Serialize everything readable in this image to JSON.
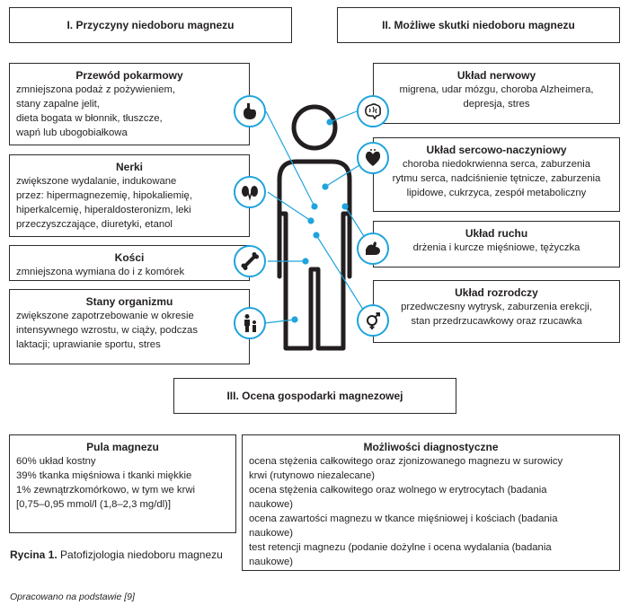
{
  "headers": {
    "causes": "I. Przyczyny niedoboru magnezu",
    "effects": "II. Możliwe skutki niedoboru magnezu",
    "assessment": "III. Ocena gospodarki magnezowej"
  },
  "causes": {
    "gi": {
      "title": "Przewód pokarmowy",
      "lines": [
        "zmniejszona podaż z pożywieniem,",
        "stany zapalne jelit,",
        "dieta bogata w błonnik, tłuszcze,",
        "wapń lub ubogobiałkowa"
      ]
    },
    "kidneys": {
      "title": "Nerki",
      "lines": [
        "zwiększone wydalanie, indukowane",
        "przez: hipermagnezemię, hipokaliemię,",
        "hiperkalcemię, hiperaldosteronizm, leki",
        "przeczyszczające, diuretyki, etanol"
      ]
    },
    "bones": {
      "title": "Kości",
      "lines": [
        "zmniejszona wymiana do i z komórek"
      ]
    },
    "states": {
      "title": "Stany organizmu",
      "lines": [
        "zwiększone zapotrzebowanie w okresie",
        "intensywnego wzrostu, w ciąży, podczas",
        "laktacji; uprawianie sportu, stres"
      ]
    }
  },
  "effects": {
    "nervous": {
      "title": "Układ nerwowy",
      "lines": [
        "migrena, udar mózgu, choroba Alzheimera,",
        "depresja, stres"
      ]
    },
    "cardio": {
      "title": "Układ sercowo-naczyniowy",
      "lines": [
        "choroba niedokrwienna serca, zaburzenia",
        "rytmu serca, nadciśnienie tętnicze, zaburzenia",
        "lipidowe, cukrzyca, zespół metaboliczny"
      ]
    },
    "motion": {
      "title": "Układ ruchu",
      "lines": [
        "drżenia i kurcze mięśniowe, tężyczka"
      ]
    },
    "reproductive": {
      "title": "Układ rozrodczy",
      "lines": [
        "przedwczesny wytrysk, zaburzenia erekcji,",
        "stan przedrzucawkowy oraz rzucawka"
      ]
    }
  },
  "pool": {
    "title": "Pula magnezu",
    "lines": [
      "60% układ kostny",
      "39% tkanka mięśniowa i tkanki miękkie",
      "1% zewnątrzkomórkowo, w tym we krwi",
      "[0,75–0,95 mmol/l (1,8–2,3 mg/dl)]"
    ]
  },
  "diagnostics": {
    "title": "Możliwości diagnostyczne",
    "lines": [
      "ocena stężenia całkowitego oraz zjonizowanego magnezu w surowicy",
      "krwi (rutynowo niezalecane)",
      "ocena stężenia całkowitego oraz wolnego w erytrocytach (badania",
      "naukowe)",
      "ocena zawartości magnezu w tkance mięśniowej i kościach (badania",
      "naukowe)",
      "test retencji magnezu (podanie dożylne i ocena wydalania (badania",
      "naukowe)"
    ]
  },
  "caption": {
    "label": "Rycina 1.",
    "text": " Patofizjologia niedoboru magnezu",
    "source": "Opracowano na podstawie [9]"
  },
  "icons": [
    "stomach-icon",
    "kidneys-icon",
    "bone-icon",
    "family-icon",
    "brain-icon",
    "heart-icon",
    "flexed-arm-icon",
    "gender-symbol-icon",
    "human-figure"
  ],
  "colors": {
    "accent": "#1fa4dc",
    "border": "#2a2a2a",
    "text": "#231f20"
  }
}
